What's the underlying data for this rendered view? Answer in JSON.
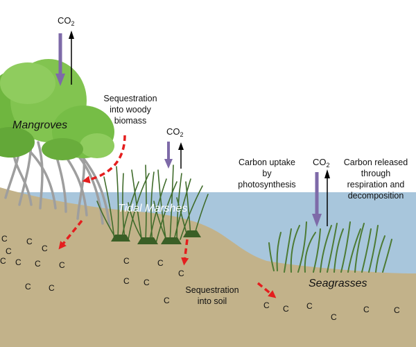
{
  "ecosystems": {
    "mangroves": "Mangroves",
    "tidal_marshes": "Tidal Marshes",
    "seagrasses": "Seagrasses"
  },
  "co2": {
    "main": "CO",
    "subscript": "2"
  },
  "annotations": {
    "woody": [
      "Sequestration",
      "into woody",
      "biomass"
    ],
    "soil": [
      "Sequestration",
      "into soil"
    ],
    "uptake": [
      "Carbon uptake",
      "by",
      "photosynthesis"
    ],
    "release": [
      "Carbon released",
      "through",
      "respiration and",
      "decomposition"
    ]
  },
  "soil_carbon_symbol": "C",
  "colors": {
    "sky": "#ffffff",
    "water": "#a8c6dc",
    "sediment": "#c2b28a",
    "co2_down_arrow": "#7e6aa8",
    "co2_up_arrow": "#000000",
    "sequestration_arrow": "#e41e1e",
    "leaf": "#76bd46",
    "grass": "#3f6b2a",
    "roots": "#9e9e9e"
  }
}
